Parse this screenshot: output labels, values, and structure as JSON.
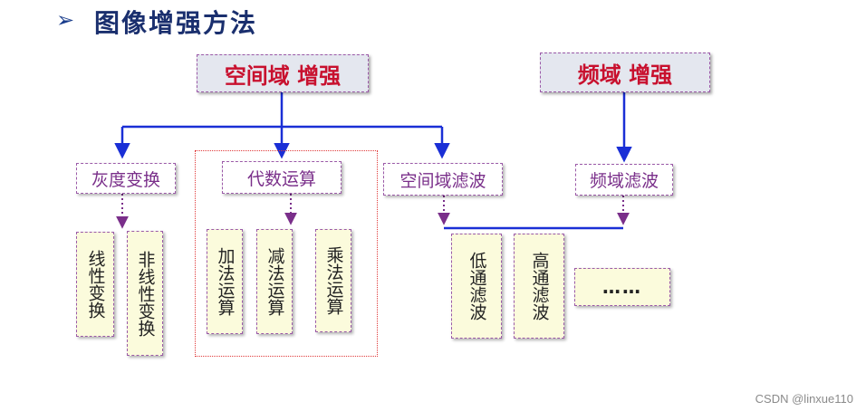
{
  "title": {
    "marker": "➢",
    "text": "图像增强方法"
  },
  "top": {
    "spatial": "空间域 增强",
    "frequency": "频域 增强"
  },
  "level2": {
    "gray": "灰度变换",
    "algebra": "代数运算",
    "spatial_filter": "空间域滤波",
    "freq_filter": "频域滤波"
  },
  "leaves": {
    "linear": "线性变换",
    "nonlinear": "非线性变换",
    "add": "加法运算",
    "sub": "减法运算",
    "mul": "乘法运算",
    "lowpass": "低通滤波",
    "highpass": "高通滤波",
    "more": "……"
  },
  "footer": {
    "credit": "CSDN @linxue110"
  },
  "colors": {
    "solid_arrow": "#1a2fd6",
    "dotted_arrow": "#7a2f8a",
    "group_border": "#e03a3a",
    "top_text": "#c8102e"
  }
}
